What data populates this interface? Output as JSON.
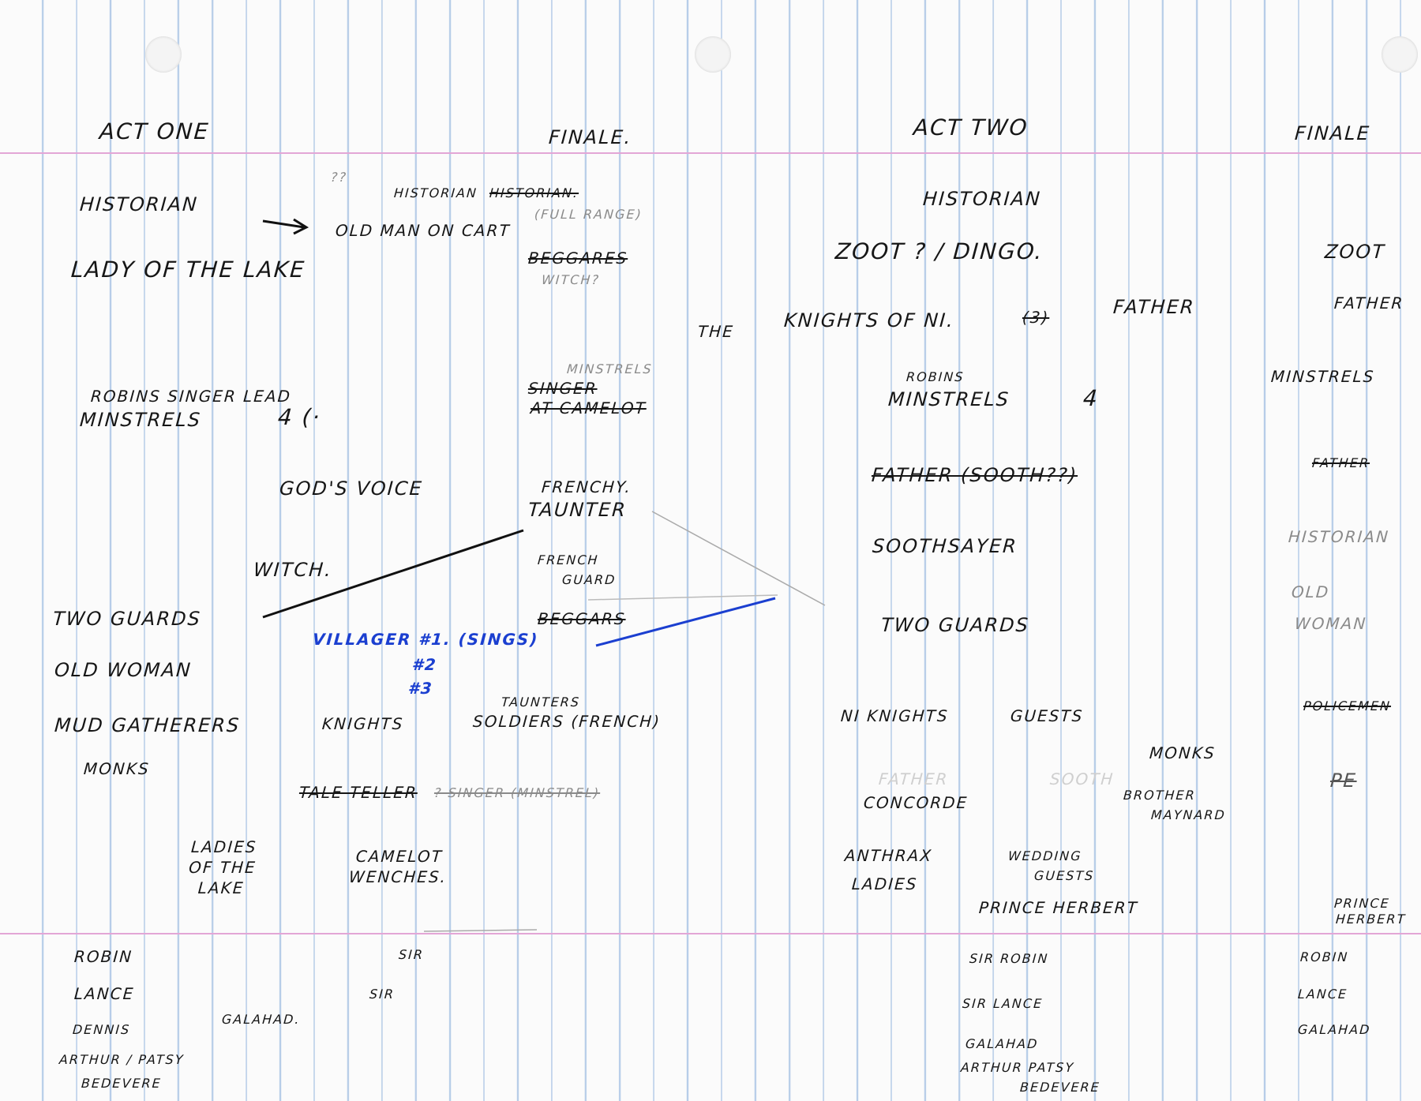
{
  "act_one": {
    "title": "ACT ONE",
    "items": [
      "HISTORIAN",
      "LADY OF THE LAKE",
      "ROBINS SINGER LEAD",
      "MINSTRELS",
      "4 (·",
      "GOD'S VOICE",
      "WITCH.",
      "TWO GUARDS",
      "OLD WOMAN",
      "MUD GATHERERS",
      "MONKS",
      "KNIGHTS",
      "LADIES OF THE LAKE",
      "CAMELOT WENCHES.",
      "??",
      "OLD MAN ON CART",
      "VILLAGER #1. (SINGS)",
      "#2",
      "#3",
      "TALE TELLER",
      "? SINGER (MINSTREL)"
    ]
  },
  "act_one_finale": {
    "title": "FINALE.",
    "items": [
      "HISTORIAN",
      "HISTORIAN.",
      "(full range)",
      "BEGGARES",
      "WITCH?",
      "Minstrels",
      "SINGER",
      "AT CAMELOT",
      "FRENCHY.",
      "TAUNTER",
      "FRENCH",
      "GUARD",
      "BEGGARS",
      "TAUNTERS",
      "SOLDIERS (FRENCH)"
    ]
  },
  "act_two": {
    "title": "ACT TWO",
    "items": [
      "HISTORIAN",
      "ZOOT ? / DINGO.",
      "THE",
      "KNIGHTS OF NI.",
      "(3)",
      "FATHER",
      "ROBINS",
      "MINSTRELS",
      "4",
      "FATHER (SOOTH??)",
      "SOOTHSAYER",
      "TWO GUARDS",
      "NI KNIGHTS",
      "GUESTS",
      "MONKS",
      "FATHER",
      "SOOTH",
      "BROTHER",
      "MAYNARD",
      "CONCORDE",
      "ANTHRAX",
      "LADIES",
      "WEDDING",
      "GUESTS",
      "PRINCE HERBERT"
    ]
  },
  "act_two_finale": {
    "title": "FINALE",
    "items": [
      "ZOOT",
      "FATHER",
      "MINSTRELS",
      "FATHER",
      "HISTORIAN",
      "OLD",
      "WOMAN",
      "POLICEMEN",
      "PE",
      "PRINCE",
      "HERBERT"
    ]
  },
  "knights_act_one": [
    "ROBIN",
    "LANCE",
    "DENNIS",
    "ARTHUR / PATSY",
    "BEDEVERE",
    "GALAHAD.",
    "SIR",
    "SIR"
  ],
  "knights_act_two": [
    "SIR ROBIN",
    "SIR LANCE",
    "GALAHAD",
    "ARTHUR PATSY",
    "BEDEVERE"
  ],
  "knights_finale": [
    "ROBIN",
    "LANCE",
    "GALAHAD"
  ]
}
